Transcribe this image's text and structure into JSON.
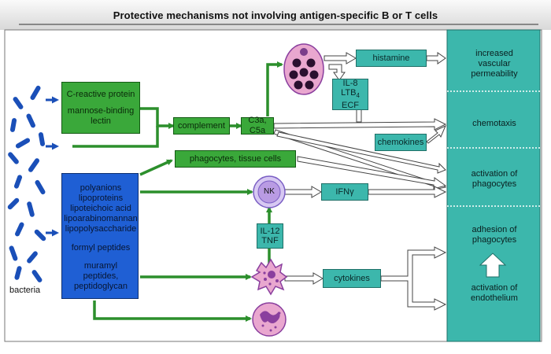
{
  "title": "Protective mechanisms not involving antigen-specific B or T cells",
  "bacteria_label": "bacteria",
  "boxes": {
    "c_reactive": "C-reactive protein",
    "mannose_1": "mannose-binding",
    "mannose_2": "lectin",
    "complement": "complement",
    "c3a_c5a": "C3a, C5a",
    "histamine": "histamine",
    "il8_1": "IL-8",
    "il8_2": "LTB",
    "il8_sub": "4",
    "il8_3": "ECF",
    "chemokines": "chemokines",
    "phagocytes": "phagocytes, tissue cells",
    "nk": "NK",
    "ifn": "IFNγ",
    "il12_1": "IL-12",
    "il12_2": "TNF",
    "cytokines": "cytokines"
  },
  "pamps": [
    "polyanions",
    "lipoproteins",
    "lipoteichoic acid",
    "lipoarabinomannan",
    "lipopolysaccharide",
    "formyl peptides",
    "muramyl",
    "peptides,",
    "peptidoglycan"
  ],
  "outcomes": {
    "increased_vascular_1": "increased",
    "increased_vascular_2": "vascular",
    "increased_vascular_3": "permeability",
    "chemotaxis": "chemotaxis",
    "activation_phagocytes_1": "activation of",
    "activation_phagocytes_2": "phagocytes",
    "adhesion_1": "adhesion of",
    "adhesion_2": "phagocytes",
    "activation_endothelium_1": "activation of",
    "activation_endothelium_2": "endothelium"
  },
  "colors": {
    "green_box": "#3aa83a",
    "teal_panel": "#3cb7ac",
    "blue_box": "#1f5fd4",
    "bacteria": "#1a4fb8",
    "cell_pink": "#e9a7cf",
    "cell_purple": "#8a3f9e",
    "nk_cell": "#b99be3"
  }
}
